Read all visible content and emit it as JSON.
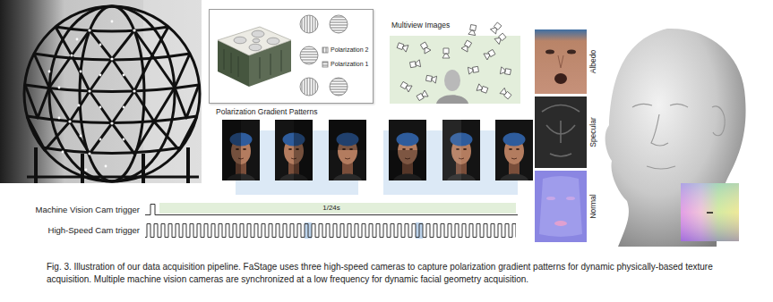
{
  "diagram": {
    "caption": "Fig. 3. Illustration of our data acquisition pipeline. FaStage uses three high-speed cameras to capture polarization gradient patterns for dynamic physically-based texture acquisition. Multiple machine vision cameras are synchronized at a low frequency for dynamic facial geometry acquisition.",
    "nodes": [
      {
        "text": [
          "Polarization 2",
          "Polarization 1"
        ]
      },
      {
        "text": [
          "Multiview Images"
        ]
      },
      {
        "text": [
          "Polarization Gradient Patterns"
        ]
      }
    ],
    "labels": [
      "1/24s",
      "Machine Vision Cam trigger",
      "High-Speed Cam trigger",
      "Albedo",
      "Specular",
      "Normal"
    ]
  }
}
